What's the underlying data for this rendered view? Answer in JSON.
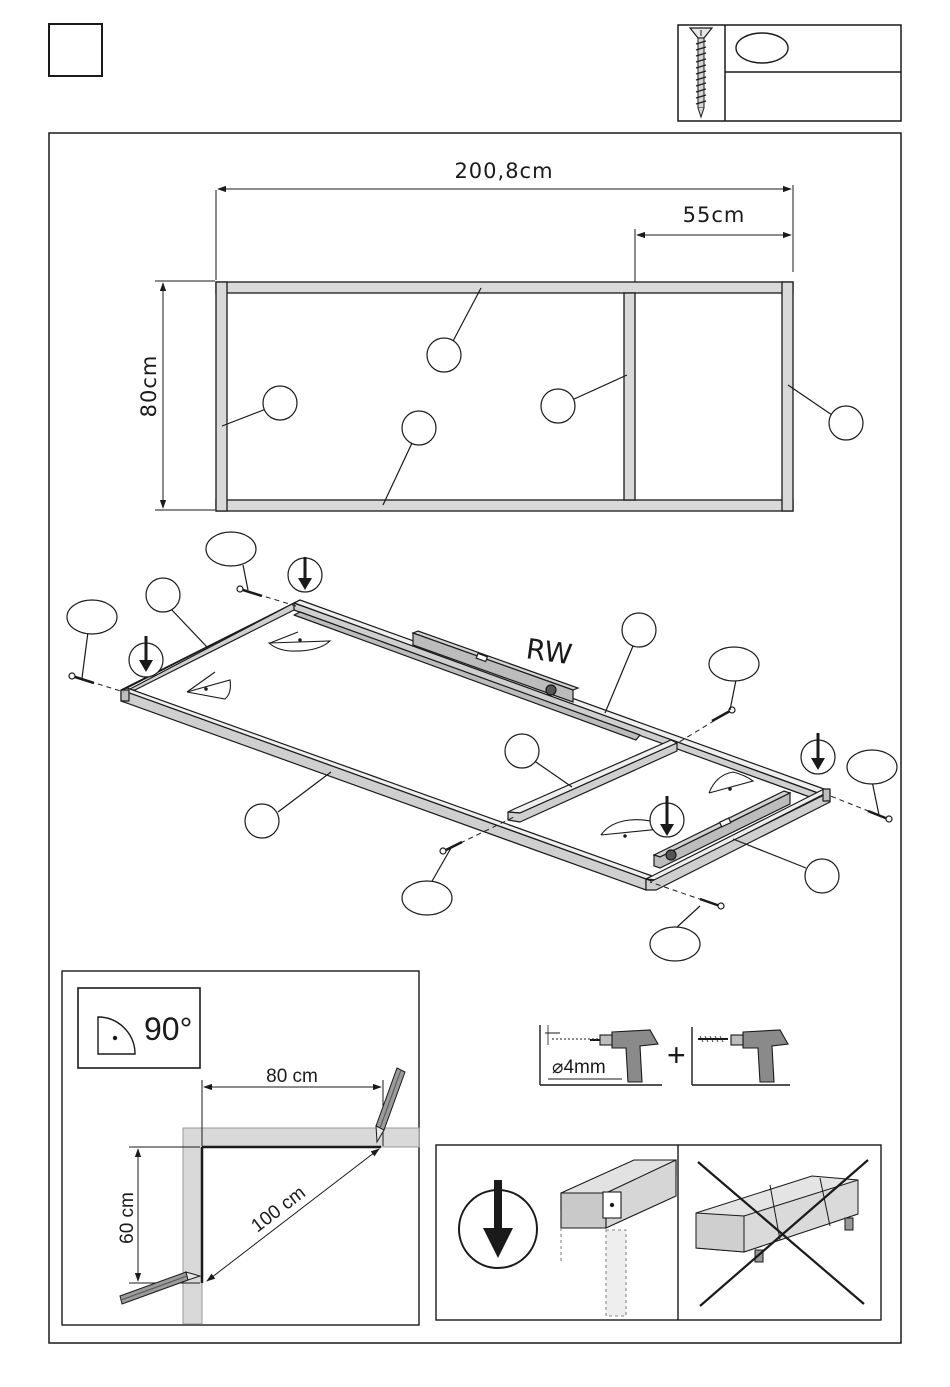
{
  "header": {
    "step_number": "",
    "hardware_quantity": ""
  },
  "plan": {
    "total_length": "200,8cm",
    "section_length": "55cm",
    "height": "80cm"
  },
  "iso": {
    "side_label": "RW"
  },
  "square_detail": {
    "angle_label": "90°",
    "side_a": "80 cm",
    "side_b": "60 cm",
    "diagonal": "100 cm"
  },
  "tools": {
    "drill_bit": "⌀4mm",
    "plus": "+"
  },
  "icons": [
    "step-number-box",
    "screw-icon",
    "down-arrow-icon",
    "drill-icon",
    "spirit-level-icon",
    "pencil-icon",
    "angle-square-icon",
    "cross-out-icon"
  ]
}
